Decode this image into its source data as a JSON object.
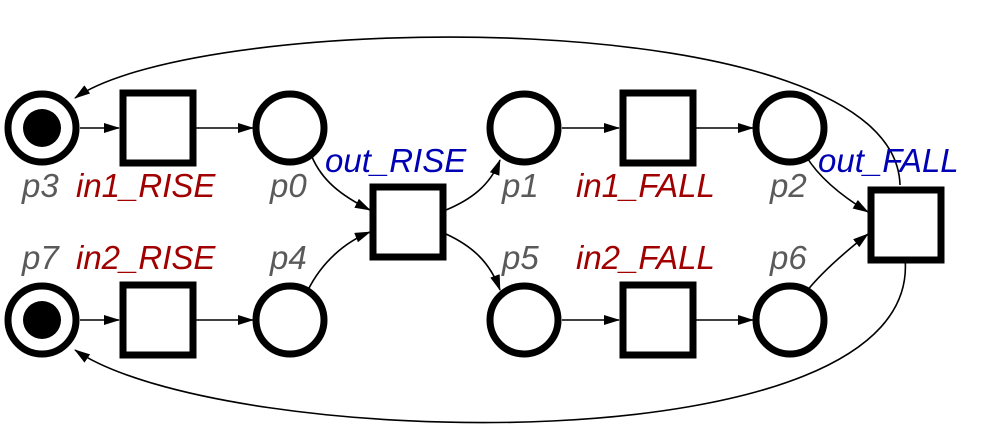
{
  "diagram": {
    "places": {
      "p0": {
        "label": "p0",
        "tokens": 0
      },
      "p1": {
        "label": "p1",
        "tokens": 0
      },
      "p2": {
        "label": "p2",
        "tokens": 0
      },
      "p3": {
        "label": "p3",
        "tokens": 1
      },
      "p4": {
        "label": "p4",
        "tokens": 0
      },
      "p5": {
        "label": "p5",
        "tokens": 0
      },
      "p6": {
        "label": "p6",
        "tokens": 0
      },
      "p7": {
        "label": "p7",
        "tokens": 1
      }
    },
    "transitions": {
      "in1_rise": {
        "label": "in1_RISE"
      },
      "in2_rise": {
        "label": "in2_RISE"
      },
      "out_rise": {
        "label": "out_RISE"
      },
      "in1_fall": {
        "label": "in1_FALL"
      },
      "in2_fall": {
        "label": "in2_FALL"
      },
      "out_fall": {
        "label": "out_FALL"
      }
    },
    "arcs": [
      [
        "p3",
        "in1_rise"
      ],
      [
        "in1_rise",
        "p0"
      ],
      [
        "p7",
        "in2_rise"
      ],
      [
        "in2_rise",
        "p4"
      ],
      [
        "p0",
        "out_rise"
      ],
      [
        "p4",
        "out_rise"
      ],
      [
        "out_rise",
        "p1"
      ],
      [
        "out_rise",
        "p5"
      ],
      [
        "p1",
        "in1_fall"
      ],
      [
        "in1_fall",
        "p2"
      ],
      [
        "p5",
        "in2_fall"
      ],
      [
        "in2_fall",
        "p6"
      ],
      [
        "p2",
        "out_fall"
      ],
      [
        "p6",
        "out_fall"
      ],
      [
        "out_fall",
        "p3"
      ],
      [
        "out_fall",
        "p7"
      ]
    ],
    "colors": {
      "place_label": "#5a5a5a",
      "input_transition_label": "#a00000",
      "output_transition_label": "#0000b4"
    }
  }
}
